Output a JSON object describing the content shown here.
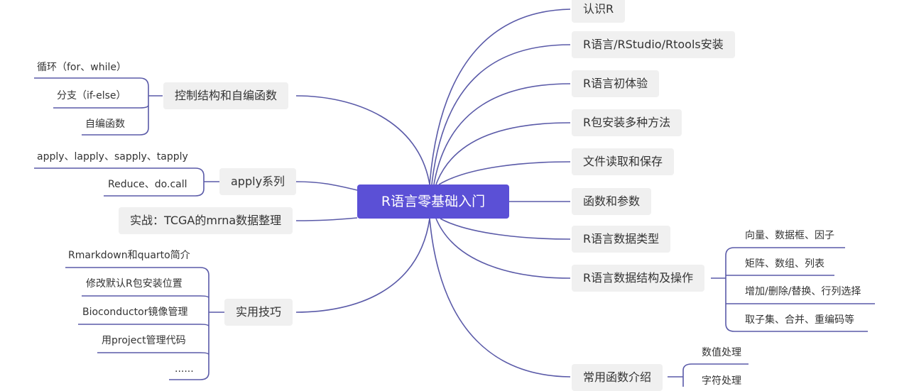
{
  "root": "R语言零基础入门",
  "right_topics": {
    "t1": "认识R",
    "t2": "R语言/RStudio/Rtools安装",
    "t3": "R语言初体验",
    "t4": "R包安装多种方法",
    "t5": "文件读取和保存",
    "t6": "函数和参数",
    "t7": "R语言数据类型",
    "t8": {
      "label": "R语言数据结构及操作",
      "children": [
        "向量、数据框、因子",
        "矩阵、数组、列表",
        "增加/删除/替换、行列选择",
        "取子集、合并、重编码等"
      ]
    },
    "t9": {
      "label": "常用函数介绍",
      "children": [
        "数值处理",
        "字符处理"
      ]
    }
  },
  "left_topics": {
    "control": {
      "label": "控制结构和自编函数",
      "children": [
        "循环（for、while）",
        "分支（if-else）",
        "自编函数"
      ]
    },
    "apply": {
      "label": "apply系列",
      "children": [
        "apply、lapply、sapply、tapply",
        "Reduce、do.call"
      ]
    },
    "practice": "实战：TCGA的mrna数据整理",
    "tips": {
      "label": "实用技巧",
      "children": [
        "Rmarkdown和quarto简介",
        "修改默认R包安装位置",
        "Bioconductor镜像管理",
        "用project管理代码",
        "......"
      ]
    }
  },
  "colors": {
    "root_bg": "#5b50d6",
    "link": "#5a5aa8",
    "node_bg": "#f0f0f0"
  }
}
